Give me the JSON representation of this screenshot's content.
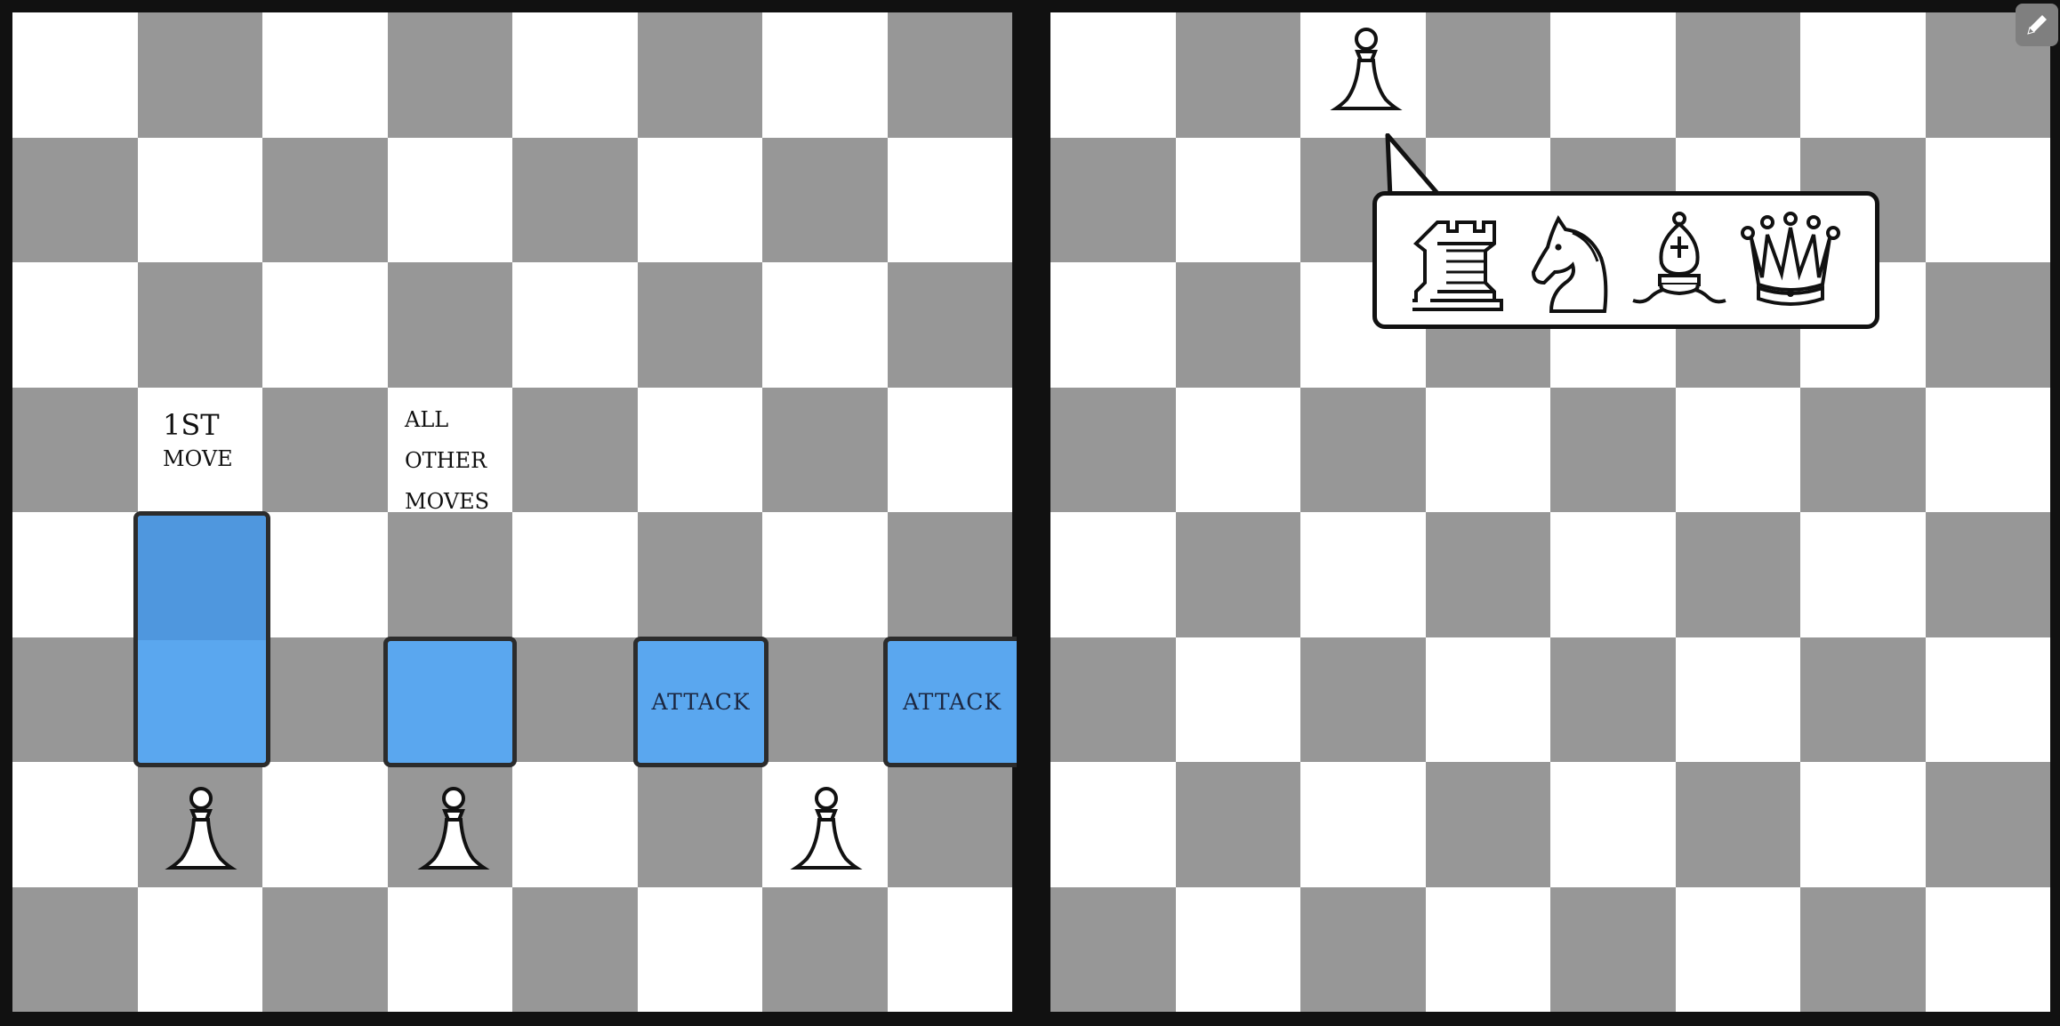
{
  "left_board": {
    "labels": {
      "first_move_line1": "1ST",
      "first_move_line2": "MOVE",
      "other_moves_line1": "ALL",
      "other_moves_line2": "OTHER",
      "other_moves_line3": "MOVES",
      "attack_1": "ATTACK",
      "attack_2": "ATTACK"
    },
    "highlight_color": "#5aa7ef"
  },
  "right_board": {
    "promotion_options": [
      "rook",
      "knight",
      "bishop",
      "queen"
    ]
  },
  "colors": {
    "dark_square": "#979797",
    "light_square": "#ffffff",
    "frame": "#111111"
  },
  "icons": {
    "edit": "pencil-icon",
    "pawn": "white-pawn-icon"
  }
}
